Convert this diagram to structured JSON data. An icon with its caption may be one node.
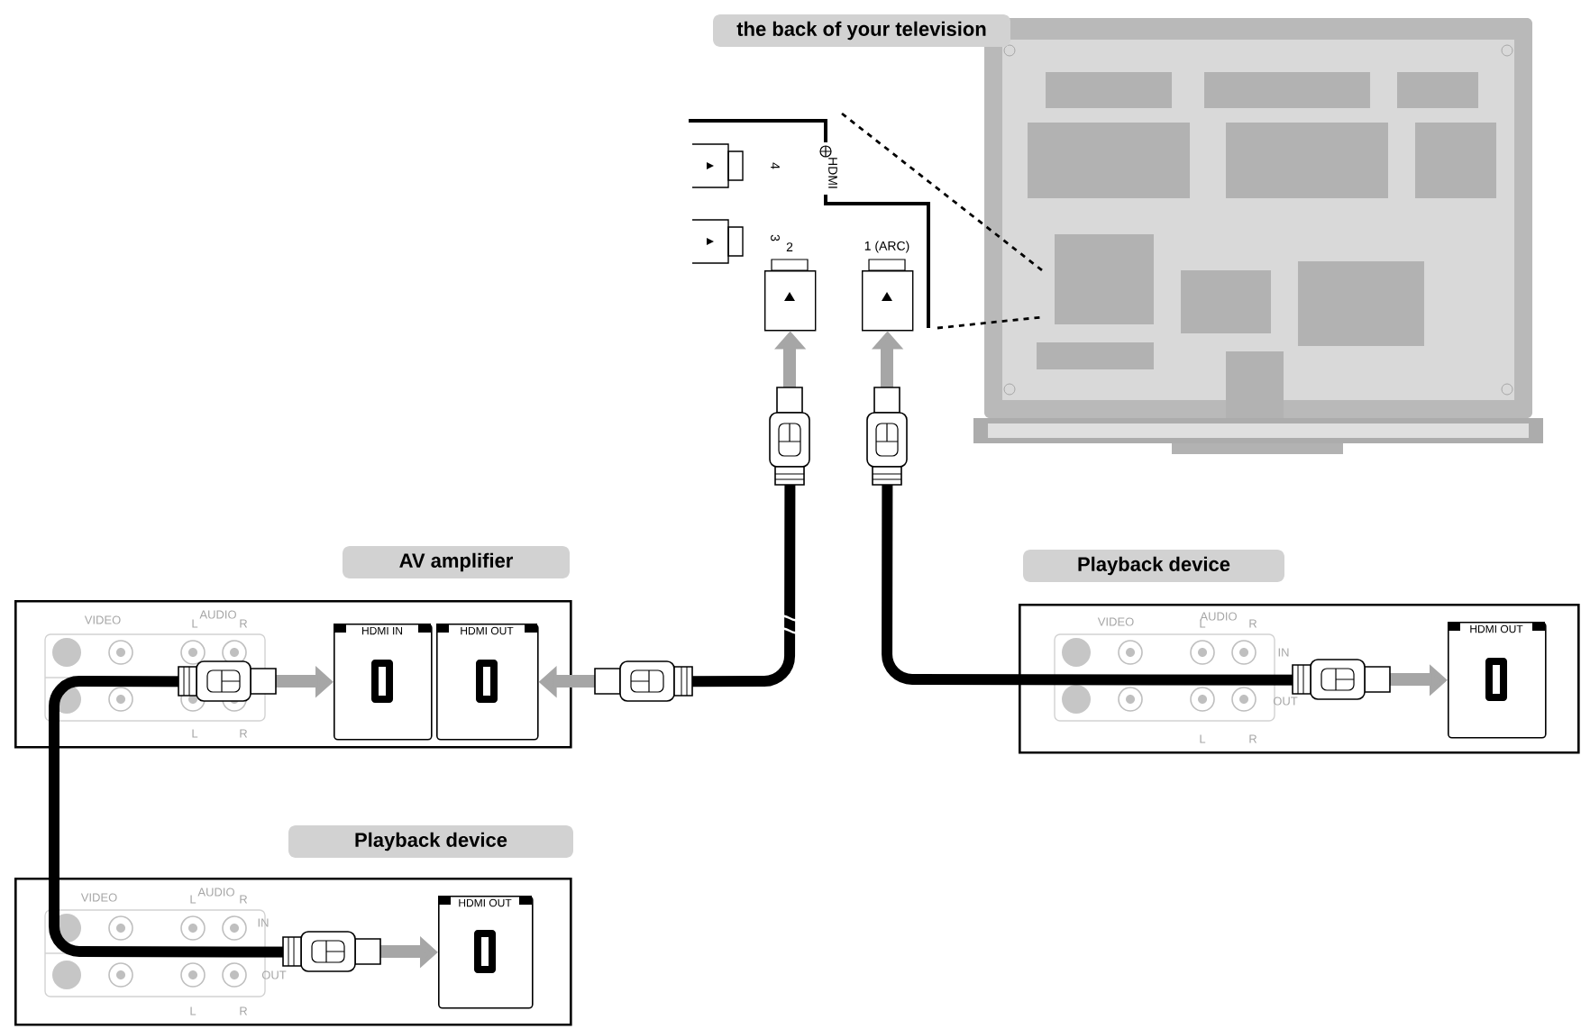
{
  "diagram": {
    "title": "the back of your television",
    "nodes": [
      {
        "text": [
          "AV amplifier"
        ]
      },
      {
        "text": [
          "HDMI IN"
        ],
        "in": 0
      },
      {
        "text": [
          "HDMI OUT"
        ],
        "in": 0
      },
      {
        "text": [
          "Playback device"
        ]
      },
      {
        "text": [
          "HDMI OUT"
        ],
        "in": 3
      },
      {
        "text": [
          "Playback device"
        ]
      },
      {
        "text": [
          "HDMI OUT"
        ],
        "in": 5
      },
      {
        "text": [
          "2"
        ]
      },
      {
        "text": [
          "1 (ARC)"
        ]
      }
    ],
    "edges": [
      {
        "from": 6,
        "to": 1,
        "arrow": "both"
      },
      {
        "from": 2,
        "to": 7,
        "arrow": "both"
      },
      {
        "from": 4,
        "to": 8,
        "arrow": "both"
      }
    ],
    "labels": [
      "4",
      "HDMI",
      "3",
      "VIDEO",
      "L",
      "AUDIO",
      "R",
      "L",
      "R",
      "VIDEO",
      "L",
      "AUDIO",
      "R",
      "IN",
      "OUT",
      "L",
      "R",
      "VIDEO",
      "L",
      "AUDIO",
      "R",
      "IN",
      "OUT",
      "L",
      "R"
    ]
  }
}
